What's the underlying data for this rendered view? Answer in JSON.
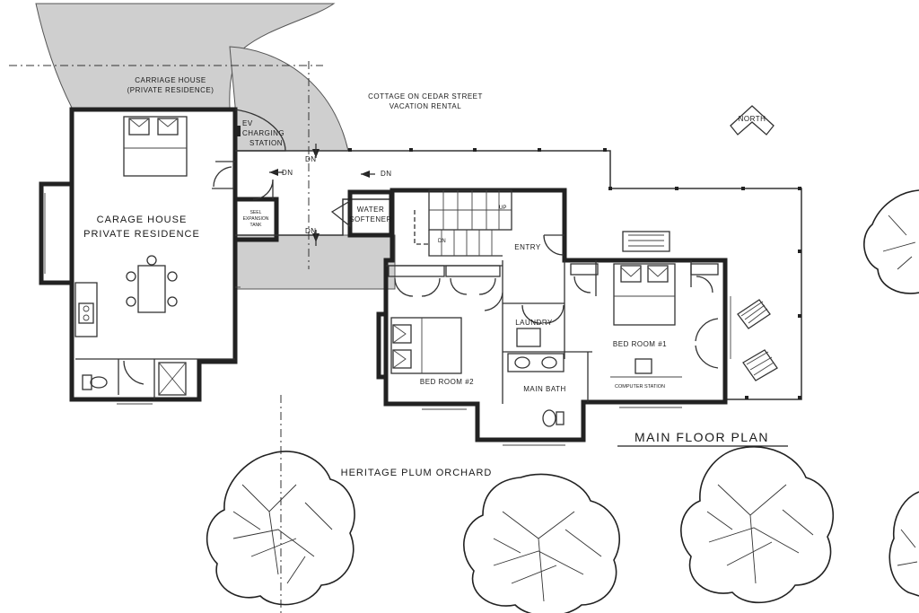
{
  "plan": {
    "title": "MAIN FLOOR PLAN",
    "north_label": "NORTH",
    "cottage_title_line1": "COTTAGE ON CEDAR STREET",
    "cottage_title_line2": "VACATION RENTAL",
    "carriage_line1": "CARRIAGE HOUSE",
    "carriage_line2": "(PRIVATE RESIDENCE)",
    "garage_line1": "CARAGE HOUSE",
    "garage_line2": "PRIVATE RESIDENCE",
    "ev_line1": "EV",
    "ev_line2": "CHARGING",
    "ev_line3": "STATION",
    "expansion_line1": "SEEL",
    "expansion_line2": "EXPANSION",
    "expansion_line3": "TANK",
    "water_line1": "WATER",
    "water_line2": "SOFTENER",
    "dn_label": "DN",
    "up_label": "UP",
    "entry": "ENTRY",
    "laundry": "LAUNDRY",
    "main_bath": "MAIN BATH",
    "bedroom1": "BED ROOM #1",
    "bedroom2": "BED ROOM #2",
    "computer_station": "COMPUTER STATION",
    "orchard": "HERITAGE PLUM ORCHARD"
  }
}
